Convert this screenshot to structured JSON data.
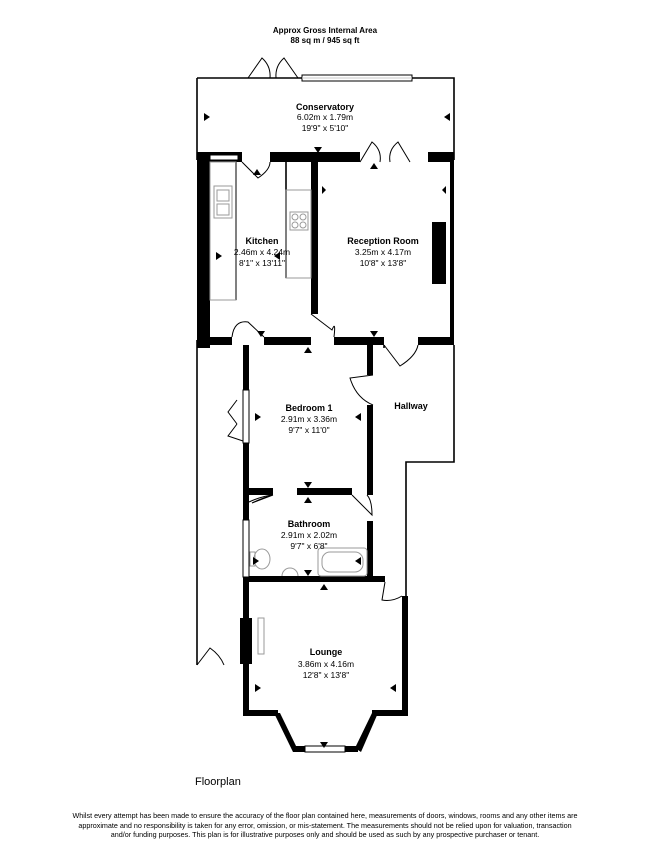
{
  "header": {
    "area_label": "Approx Gross Internal Area",
    "area_value": "88 sq m / 945 sq ft"
  },
  "rooms": [
    {
      "key": "conservatory",
      "name": "Conservatory",
      "metric": "6.02m x 1.79m",
      "imperial": "19'9\" x 5'10\""
    },
    {
      "key": "kitchen",
      "name": "Kitchen",
      "metric": "2.46m x 4.24m",
      "imperial": "8'1\" x 13'11\""
    },
    {
      "key": "reception",
      "name": "Reception Room",
      "metric": "3.25m x 4.17m",
      "imperial": "10'8\" x 13'8\""
    },
    {
      "key": "bedroom",
      "name": "Bedroom 1",
      "metric": "2.91m x 3.36m",
      "imperial": "9'7\" x 11'0\""
    },
    {
      "key": "hallway",
      "name": "Hallway"
    },
    {
      "key": "bathroom",
      "name": "Bathroom",
      "metric": "2.91m x 2.02m",
      "imperial": "9'7\" x 6'8\""
    },
    {
      "key": "lounge",
      "name": "Lounge",
      "metric": "3.86m x 4.16m",
      "imperial": "12'8\" x 13'8\""
    }
  ],
  "caption": "Floorplan",
  "disclaimer": "Whilst every attempt has been made to ensure the accuracy of the floor plan contained here, measurements of doors, windows, rooms and any other items are approximate and no responsibility is taken for any error, omission, or mis-statement. The measurements should not be relied upon for valuation, transaction and/or funding purposes. This plan is for illustrative purposes only and should be used as such by any prospective purchaser or tenant.",
  "colors": {
    "wall": "#000000",
    "thin_wall": "#000000",
    "window": "#c8c8c8",
    "fixture": "#9a9a9a"
  }
}
